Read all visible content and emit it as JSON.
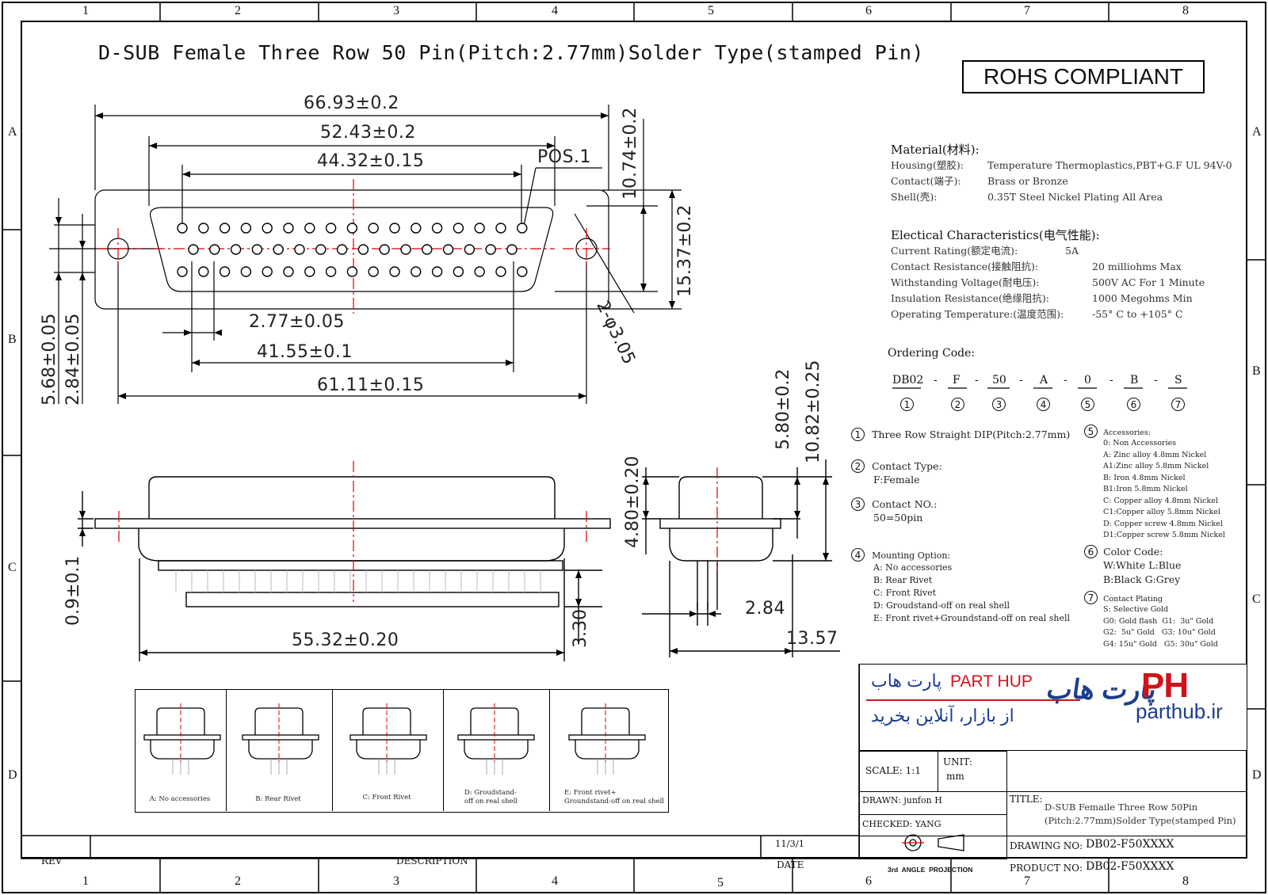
{
  "title": "D-SUB Female Three Row 50 Pin(Pitch:2.77mm)Solder Type(stamped Pin)",
  "rohs": "ROHS COMPLIANT",
  "zones_top": [
    "1",
    "2",
    "3",
    "4",
    "5",
    "6",
    "7",
    "8"
  ],
  "zones_side": [
    "A",
    "B",
    "C",
    "D"
  ],
  "dims": {
    "d1": "66.93±0.2",
    "d2": "52.43±0.2",
    "d3": "44.32±0.15",
    "pos1": "POS.1",
    "d4": "10.74±0.2",
    "d5": "15.37±0.2",
    "d6": "2.77±0.05",
    "d7": "41.55±0.1",
    "d8": "61.11±0.15",
    "d9": "5.68±0.05",
    "d10": "2.84±0.05",
    "d11": "2-φ3.05",
    "d12": "0.9±0.1",
    "d13": "55.32±0.20",
    "d14": "3.30",
    "d15": "4.80±0.20",
    "d16": "5.80±0.2",
    "d17": "10.82±0.25",
    "d18": "2.84",
    "d19": "13.57"
  },
  "material": {
    "heading": "Material(材料):",
    "rows": [
      {
        "k": "Housing(塑胶):",
        "v": "Temperature Thermoplastics,PBT+G.F UL 94V-0"
      },
      {
        "k": "Contact(端子):",
        "v": "Brass or Bronze"
      },
      {
        "k": "Shell(壳):",
        "v": "0.35T Steel Nickel Plating All Area"
      }
    ]
  },
  "electrical": {
    "heading": "Electical Characteristics(电气性能):",
    "rows": [
      {
        "k": "Current Rating(额定电流):",
        "v": "5A"
      },
      {
        "k": "Contact Resistance(接触阻抗):",
        "v": "20 milliohms Max"
      },
      {
        "k": "Withstanding Voltage(耐电压):",
        "v": "500V AC For 1 Minute"
      },
      {
        "k": "Insulation Resistance(绝缘阻抗):",
        "v": "1000  Megohms Min"
      },
      {
        "k": "Operating Temperature:(温度范围):",
        "v": "-55° C  to  +105° C"
      }
    ]
  },
  "ordering": {
    "heading": "Ordering Code:",
    "parts": [
      "DB02",
      "F",
      "50",
      "A",
      "0",
      "B",
      "S"
    ],
    "nums": [
      "1",
      "2",
      "3",
      "4",
      "5",
      "6",
      "7"
    ]
  },
  "notes": {
    "n1": {
      "num": "1",
      "lines": [
        "Three Row Straight DIP(Pitch:2.77mm)"
      ]
    },
    "n2": {
      "num": "2",
      "lines": [
        "Contact Type:",
        "F:Female"
      ]
    },
    "n3": {
      "num": "3",
      "lines": [
        "Contact NO.:",
        "50=50pin"
      ]
    },
    "n4": {
      "num": "4",
      "lines": [
        "Mounting Option:",
        "A: No accessories",
        "B: Rear Rivet",
        "C: Front Rivet",
        "D: Groudstand-off on real shell",
        "E: Front rivet+Groundstand-off on real shell"
      ]
    },
    "n5": {
      "num": "5",
      "lines": [
        "Accessories:",
        "0: Non Accessories",
        "A: Zinc alloy 4.8mm Nickel",
        "A1:Zinc alloy 5.8mm Nickel",
        "B: Iron 4.8mm Nickel",
        "B1:Iron 5.8mm Nickel",
        "C: Copper alloy 4.8mm Nickel",
        "C1:Copper alloy 5.8mm Nickel",
        "D: Copper screw 4.8mm Nickel",
        "D1:Copper screw 5.8mm Nickel"
      ]
    },
    "n6": {
      "num": "6",
      "lines": [
        "Color Code:",
        "W:White  L:Blue",
        "B:Black  G:Grey"
      ]
    },
    "n7": {
      "num": "7",
      "lines": [
        "Contact Plating",
        "S:  Selective Gold",
        "G0: Gold flash  G1:  3u\" Gold",
        "G2:  5u\" Gold   G3: 10u\" Gold",
        "G4: 15u\" Gold   G5: 30u\" Gold"
      ]
    }
  },
  "options": [
    {
      "label": "A: No accessories"
    },
    {
      "label": "B: Rear Rivet"
    },
    {
      "label": "C: Front Rivet"
    },
    {
      "label": "D: Groudstand-\noff on real shell"
    },
    {
      "label": "E: Front rivet+\nGroundstand-off on real shell"
    }
  ],
  "brand": {
    "fa1": "پارت هاب",
    "en": "PART HUP",
    "fa2": "از بازار، آنلاین بخرید",
    "logo": "PH",
    "logo_fa": "پارت هاب",
    "site": "parthub.ir"
  },
  "titleblock": {
    "scale": "SCALE: 1:1",
    "unit_label": "UNIT:",
    "unit": "mm",
    "drawn": "DRAWN: junfon H",
    "checked": "CHECKED: YANG",
    "title_label": "TITLE:",
    "title1": "D-SUB Femaile Three Row 50Pin",
    "title2": "(Pitch:2.77mm)Solder Type(stamped Pin)",
    "drawing_no_label": "DRAWING NO:",
    "drawing_no": "DB02-F50XXXX",
    "product_no_label": "PRODUCT NO:",
    "product_no": "DB02-F50XXXX",
    "date_val": "11/3/1",
    "date_label": "DATE",
    "rev": "REV",
    "description": "DESCRIPTION",
    "projection": "3rd  ANGLE  PROJECTION"
  }
}
